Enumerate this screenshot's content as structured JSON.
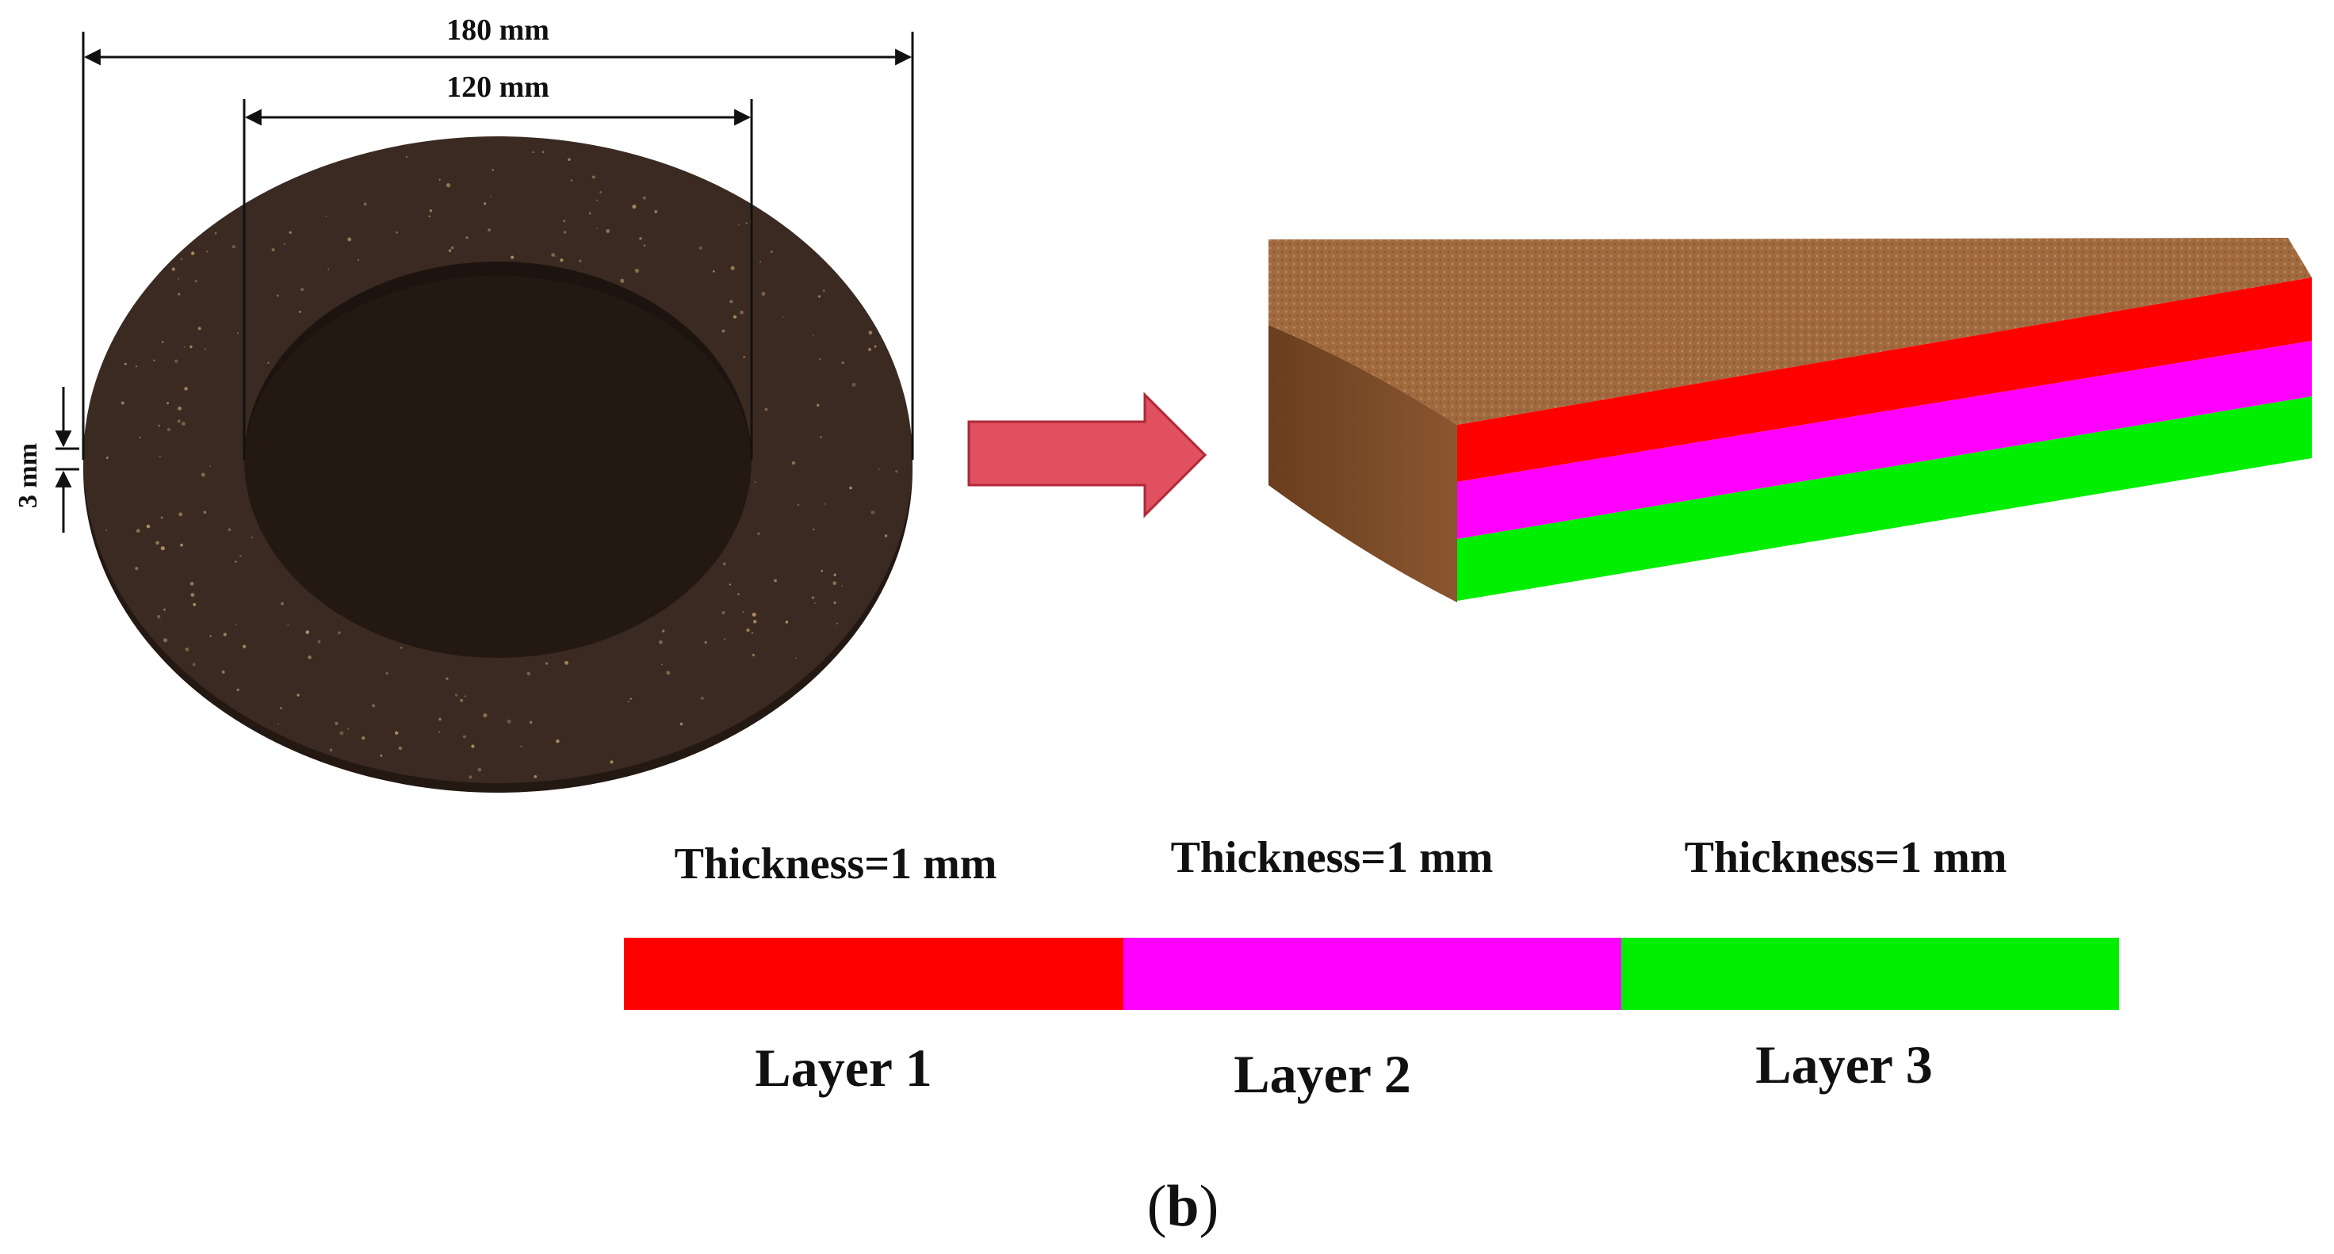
{
  "disc": {
    "outer_diameter_label": "180 mm",
    "inner_diameter_label": "120 mm",
    "thickness_label": "3 mm",
    "color": "#3a2a22",
    "speck_color": "#b89a6a"
  },
  "arrow": {
    "color": "#e0505e",
    "stroke": "#b02838"
  },
  "section": {
    "top_color": "#a06a3e",
    "side_color": "#7a4a26",
    "layer_colors": [
      "#ff0000",
      "#ff00ff",
      "#00ee00"
    ]
  },
  "layers": [
    {
      "label": "Layer 1",
      "thickness": "Thickness=1 mm",
      "color": "#ff0000"
    },
    {
      "label": "Layer 2",
      "thickness": "Thickness=1 mm",
      "color": "#ff00ff"
    },
    {
      "label": "Layer 3",
      "thickness": "Thickness=1 mm",
      "color": "#00ee00"
    }
  ],
  "caption": {
    "open": "(",
    "letter": "b",
    "close": ")"
  }
}
